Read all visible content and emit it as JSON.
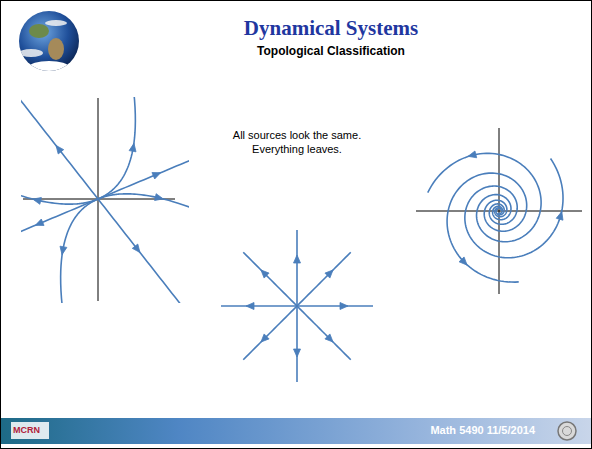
{
  "diagram": {
    "title": "Dynamical Systems",
    "labels": [
      "Topological Classification",
      "All sources look the same. Everything leaves.",
      "Math 5490 11/5/2014",
      "MCRN"
    ]
  }
}
